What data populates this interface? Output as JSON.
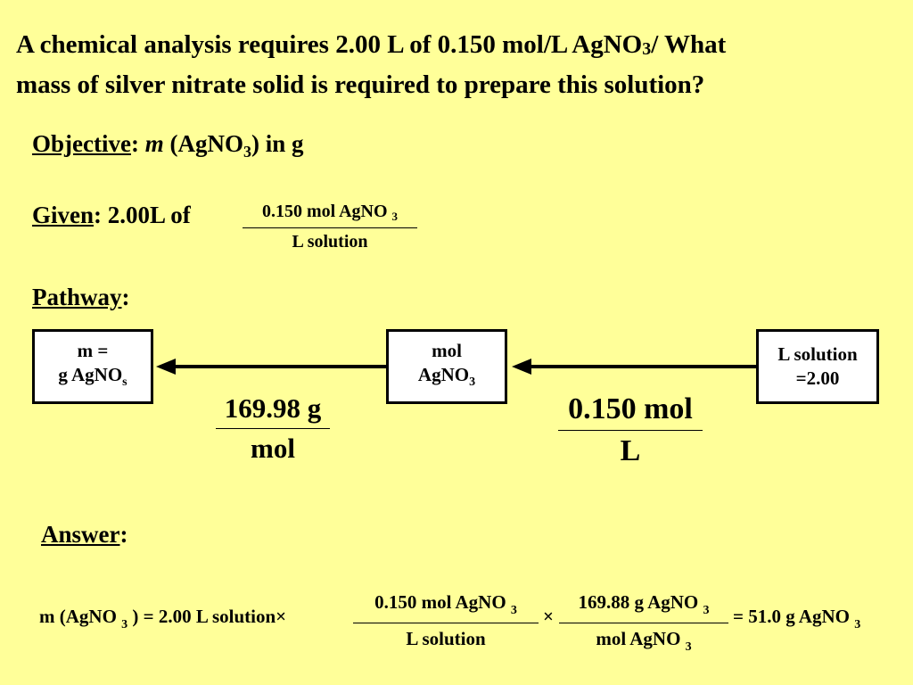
{
  "question": {
    "line1_a": "A chemical analysis requires 2.00 L of 0.150 mol/L AgNO",
    "line1_sub": "3",
    "line1_b": "/  What",
    "line2": "mass of silver nitrate solid is required to prepare this solution?"
  },
  "objective": {
    "label": "Objective",
    "colon": ":",
    "m": "m",
    "paren_a": " (AgNO",
    "sub": "3",
    "paren_b": ") in g"
  },
  "given": {
    "label": "Given",
    "text": ": 2.00L of",
    "frac_num_a": "0.150 mol AgNO",
    "frac_num_sub": "3",
    "frac_den": "L solution"
  },
  "pathway": {
    "label": "Pathway",
    "colon": ":",
    "box_left_line1": "m =",
    "box_left_line2_a": "g AgNO",
    "box_left_line2_sub": "s",
    "box_mid_line1": "mol",
    "box_mid_line2_a": "AgNO",
    "box_mid_line2_sub": "3",
    "box_right_line1": "L solution",
    "box_right_line2": "=2.00",
    "molar_num": "169.98 g",
    "molar_den": "mol",
    "conc_num": "0.150 mol",
    "conc_den": "L"
  },
  "answer": {
    "label": "Answer",
    "colon": ":",
    "lhs_a": "m (AgNO",
    "lhs_sub": "3",
    "lhs_b": ") = 2.00 L solution×",
    "f1_num_a": "0.150 mol AgNO",
    "f1_num_sub": "3",
    "f1_den": "L solution",
    "times": "×",
    "f2_num_a": "169.88 g AgNO",
    "f2_num_sub": "3",
    "f2_den_a": "mol AgNO",
    "f2_den_sub": "3",
    "result_a": "= 51.0 g AgNO",
    "result_sub": "3"
  },
  "colors": {
    "background": "#FFFF99",
    "box_fill": "#FFFFFF",
    "ink": "#000000"
  }
}
